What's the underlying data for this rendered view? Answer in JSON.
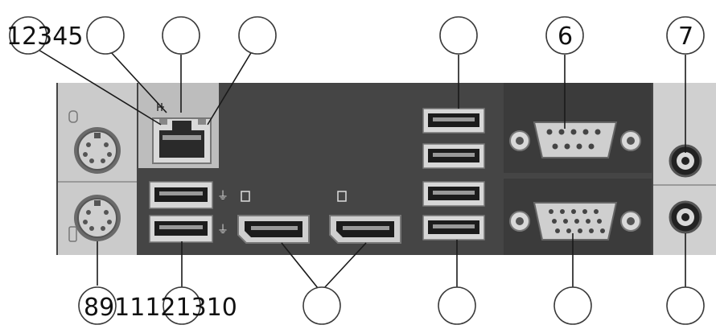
{
  "callouts": {
    "top_left_group": "12345",
    "serial": "6",
    "audio": "7",
    "bottom_left_group": "8911121310"
  },
  "colors": {
    "panel": "#444444",
    "panel_light": "#c9c9c9",
    "port_dark": "#1a1a1a"
  }
}
